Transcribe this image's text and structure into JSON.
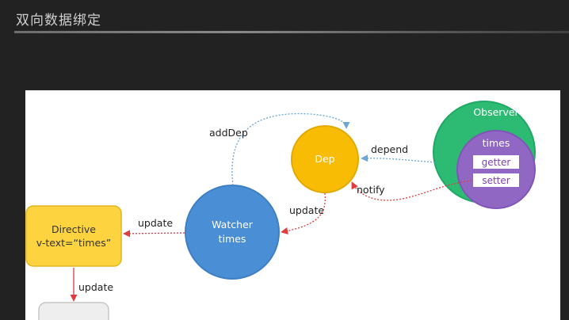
{
  "slide": {
    "title": "双向数据绑定"
  },
  "diagram": {
    "observer": {
      "label": "Observer",
      "inner_label": "times",
      "getter": "getter",
      "setter": "setter"
    },
    "dep": {
      "label": "Dep"
    },
    "watcher": {
      "label_line1": "Watcher",
      "label_line2": "times"
    },
    "directive": {
      "label_line1": "Directive",
      "label_line2": "v-text=“times”"
    },
    "edges": {
      "add_dep": "addDep",
      "depend": "depend",
      "notify": "notify",
      "update_dep_watcher": "update",
      "update_watcher_directive": "update",
      "update_directive_view": "update"
    }
  },
  "colors": {
    "observer": "#2dba73",
    "observer_inner": "#9068c4",
    "dep": "#f9bc05",
    "watcher": "#4a8fd6",
    "directive": "#fdd43f",
    "blue_line": "#6aa6d4",
    "red_line": "#e03c3c"
  }
}
